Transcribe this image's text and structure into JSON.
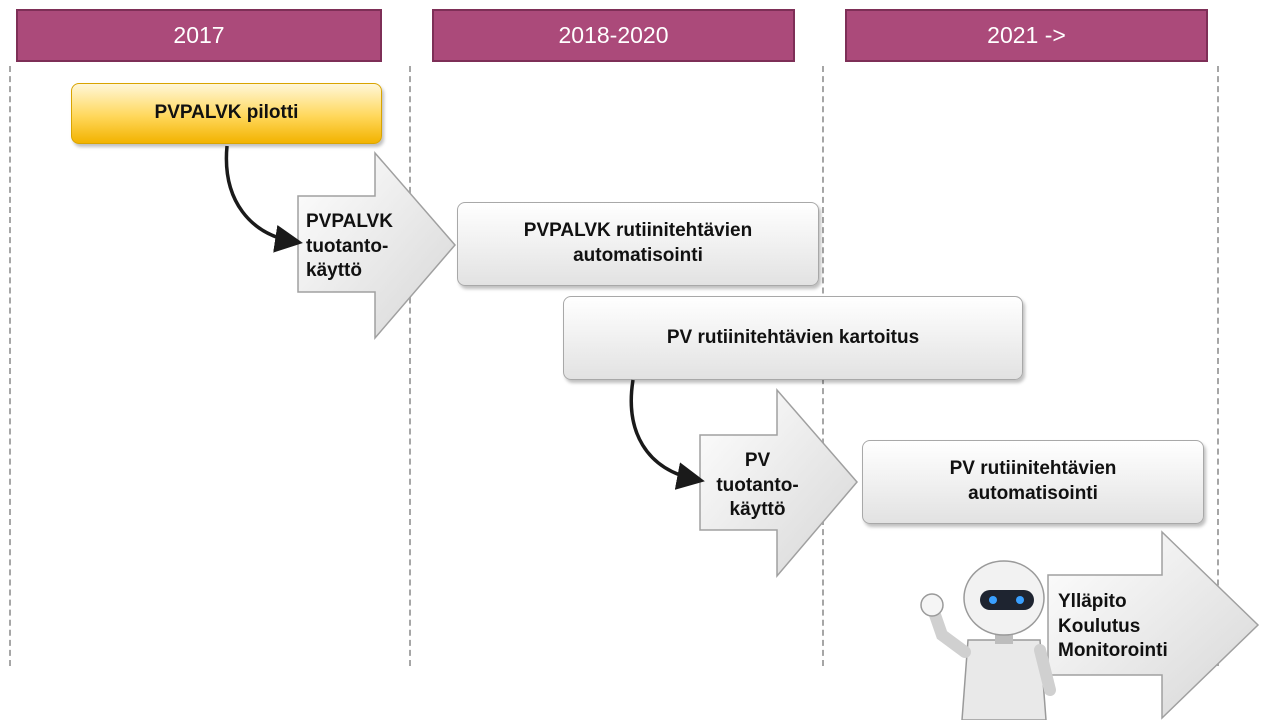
{
  "headers": [
    "2017",
    "2018-2020",
    "2021 ->"
  ],
  "boxes": {
    "pilot": "PVPALVK pilotti",
    "pvpalvk_automation": [
      "PVPALVK rutiinitehtävien",
      "automatisointi"
    ],
    "pv_mapping": "PV rutiinitehtävien kartoitus",
    "pv_automation": [
      "PV rutiinitehtävien",
      "automatisointi"
    ]
  },
  "arrows": {
    "pvpalvk_production": [
      "PVPALVK",
      "tuotanto-",
      "käyttö"
    ],
    "pv_production": [
      "PV",
      "tuotanto-",
      "käyttö"
    ],
    "maintenance": [
      "Ylläpito",
      "Koulutus",
      "Monitorointi"
    ]
  },
  "colors": {
    "header": "#ab4a7a",
    "pilot_gold": "#f2b300"
  },
  "icons": [
    "robot-icon"
  ]
}
